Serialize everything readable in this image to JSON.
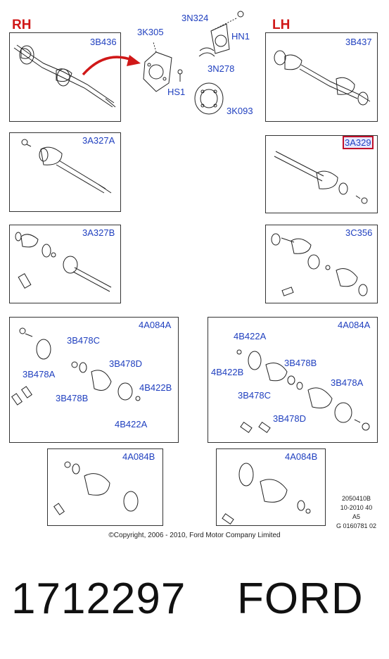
{
  "labels": {
    "rh": "RH",
    "lh": "LH",
    "p1": "3B436",
    "p2_3k305": "3K305",
    "p2_3n324": "3N324",
    "p2_hn1": "HN1",
    "p2_3n278": "3N278",
    "p2_hs1": "HS1",
    "p2_3k093": "3K093",
    "p3": "3B437",
    "p4": "3A327A",
    "p5": "3A329",
    "p6": "3A327B",
    "p7": "3C356",
    "p8_title": "4A084A",
    "p8_a": "3B478C",
    "p8_b": "3B478A",
    "p8_c": "3B478D",
    "p8_d": "4B422B",
    "p8_e": "3B478B",
    "p8_f": "4B422A",
    "p9_title": "4A084A",
    "p9_a": "4B422A",
    "p9_b": "4B422B",
    "p9_c": "3B478B",
    "p9_d": "3B478C",
    "p9_e": "3B478A",
    "p9_f": "3B478D",
    "p10_title": "4A084B",
    "p11_title": "4A084B"
  },
  "meta": [
    "2050410B",
    "10-2010 40",
    "A5",
    "G 0160781 02"
  ],
  "copyright": "©Copyright, 2006 - 2010, Ford Motor Company Limited",
  "part_number": "1712297",
  "brand": "FORD",
  "colors": {
    "label_blue": "#1f3fbf",
    "side_red": "#d01818",
    "arrow_red": "#d01818",
    "highlight": "#c0102a"
  }
}
